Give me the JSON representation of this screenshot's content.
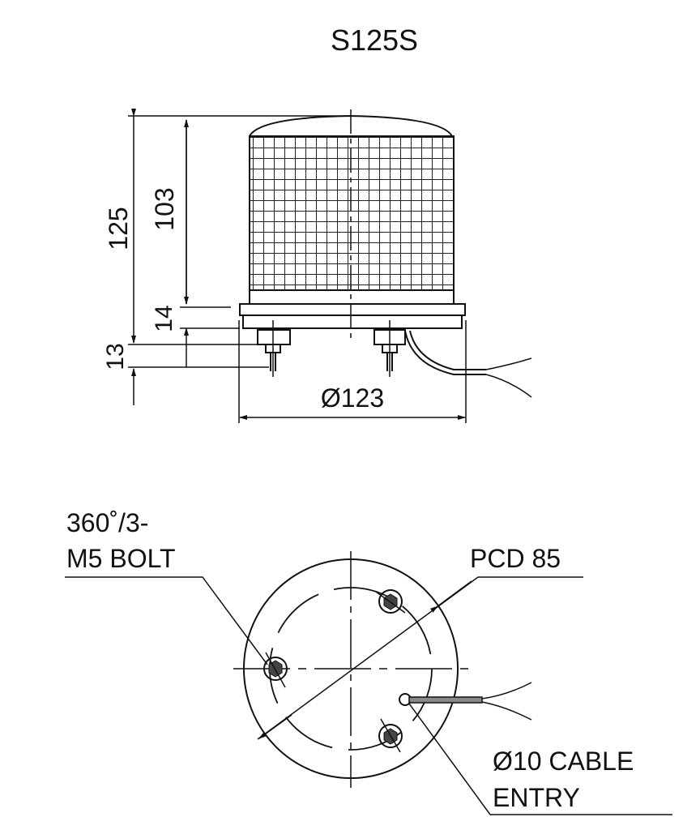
{
  "title": "S125S",
  "side_view": {
    "dim_total_height": "125",
    "dim_lens_height": "103",
    "dim_base": "14",
    "dim_stud": "13",
    "dim_diameter": "Ø123"
  },
  "bottom_view": {
    "bolt_label_line1": "360˚/3-",
    "bolt_label_line2": "M5 BOLT",
    "pcd_label": "PCD 85",
    "cable_label_line1": "Ø10 CABLE",
    "cable_label_line2": "ENTRY"
  },
  "colors": {
    "line": "#111111",
    "background": "#ffffff"
  }
}
